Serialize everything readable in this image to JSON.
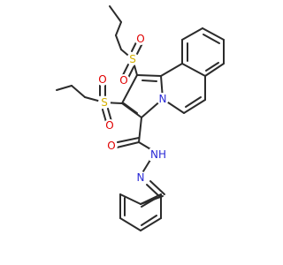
{
  "figure": {
    "atoms": {
      "s1": {
        "label": "S",
        "color": "#d4b000"
      },
      "s2": {
        "label": "S",
        "color": "#d4b000"
      },
      "o1a": {
        "label": "O",
        "color": "#e00000"
      },
      "o1b": {
        "label": "O",
        "color": "#e00000"
      },
      "o2a": {
        "label": "O",
        "color": "#e00000"
      },
      "o2b": {
        "label": "O",
        "color": "#e00000"
      },
      "n_ring": {
        "label": "N",
        "color": "#2a2ad6"
      },
      "o_amide": {
        "label": "O",
        "color": "#e00000"
      },
      "nh": {
        "label": "NH",
        "color": "#2a2ad6"
      },
      "n_imine": {
        "label": "N",
        "color": "#2a2ad6"
      }
    }
  }
}
